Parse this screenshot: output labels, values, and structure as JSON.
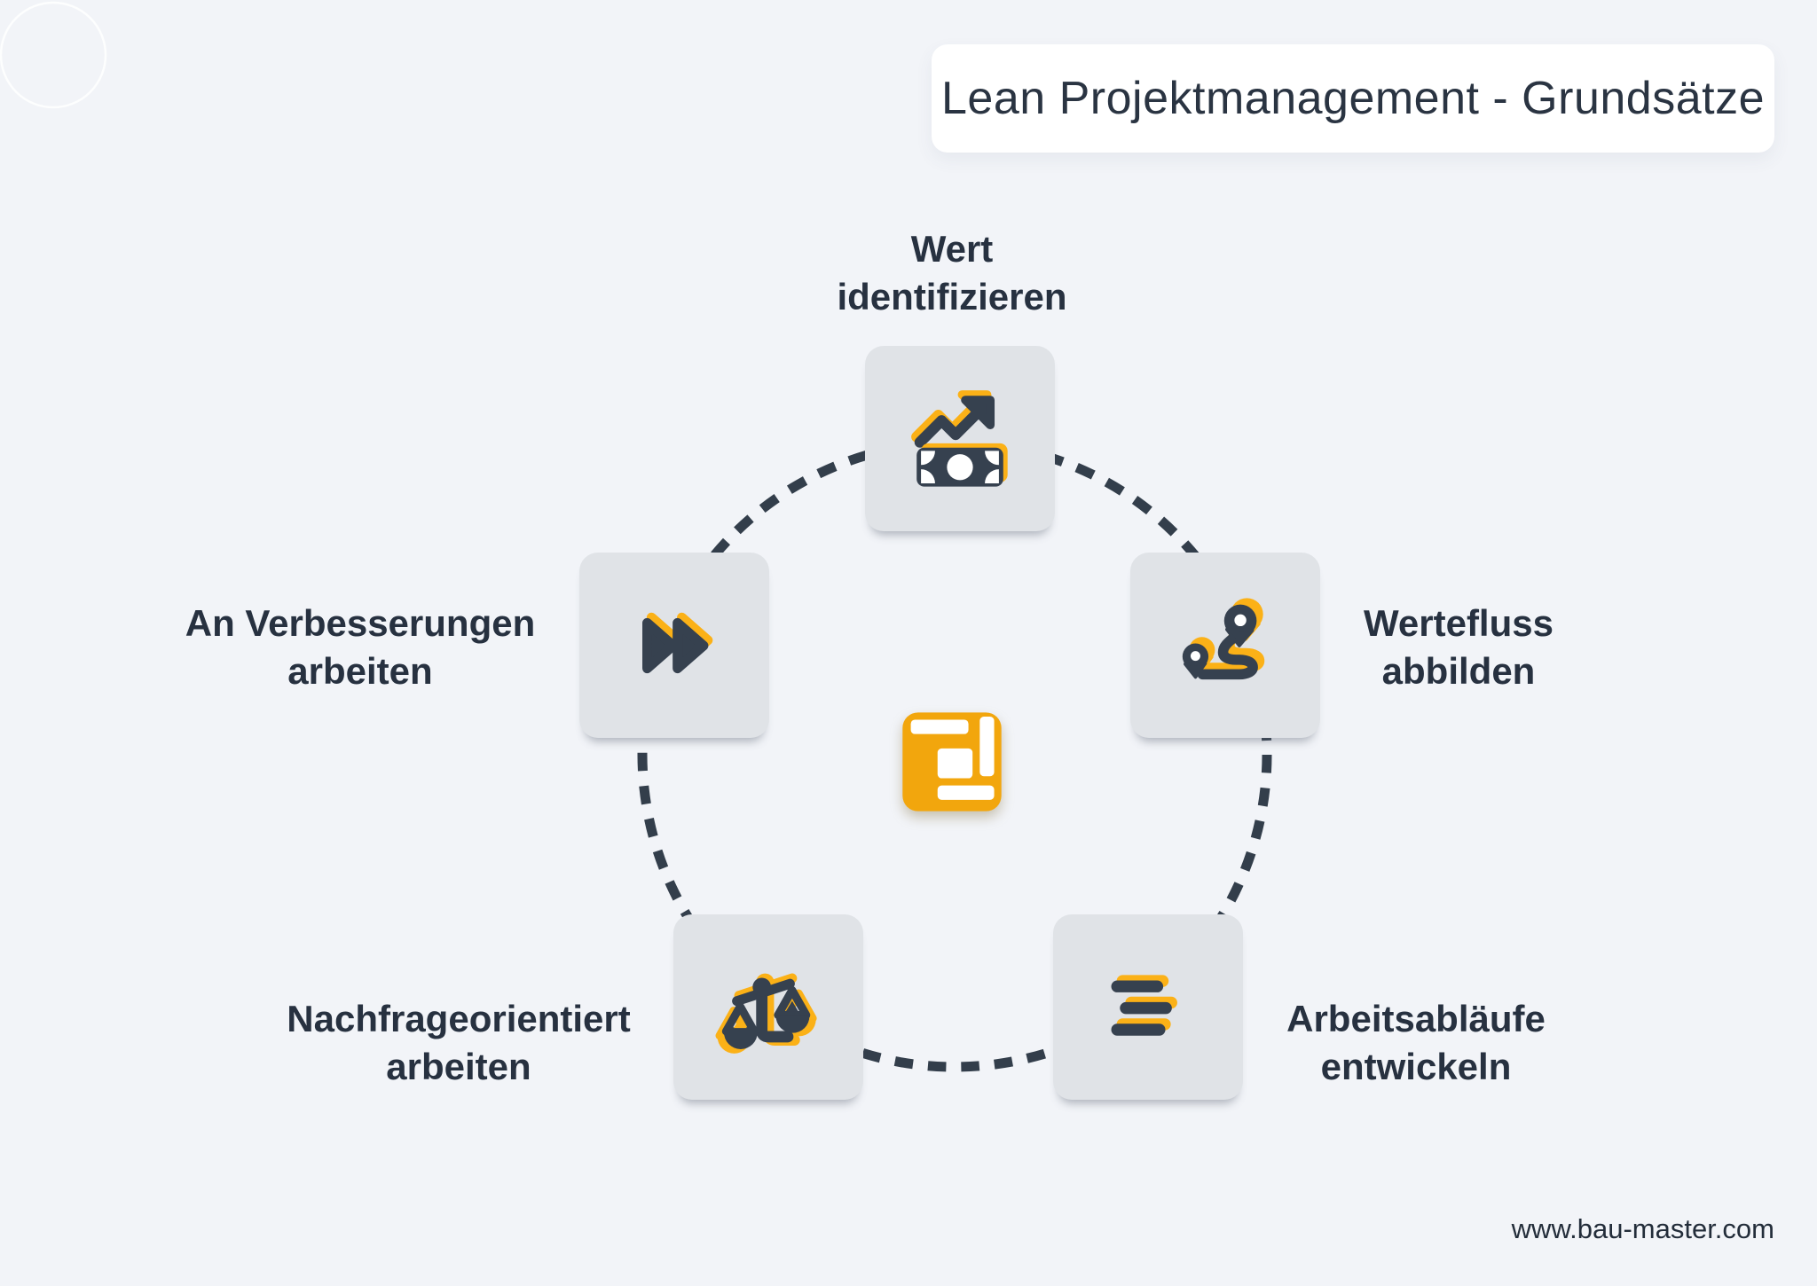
{
  "title": "Lean Projektmanagement - Grundsätze",
  "footer": {
    "url": "www.bau-master.com"
  },
  "brand": {
    "center_logo": "bau-master-logo"
  },
  "colors": {
    "background": "#f2f4f8",
    "card": "#e0e3e7",
    "icon_dark": "#36414f",
    "accent_yellow": "#fbb117",
    "logo_yellow": "#f2a60d",
    "text": "#273140",
    "title_text": "#2a3442",
    "dash_circle": "#333e4b"
  },
  "principles": [
    {
      "id": "wert-identifizieren",
      "line1": "Wert",
      "line2": "identifizieren",
      "icon": "money-growth-icon",
      "position": "top"
    },
    {
      "id": "wertefluss-abbilden",
      "line1": "Wertefluss",
      "line2": "abbilden",
      "icon": "route-map-icon",
      "position": "right-upper"
    },
    {
      "id": "arbeitsablaeufe-entwickeln",
      "line1": "Arbeitsabläufe",
      "line2": "entwickeln",
      "icon": "workflow-lines-icon",
      "position": "right-lower"
    },
    {
      "id": "nachfrageorientiert-arbeiten",
      "line1": "Nachfrageorientiert",
      "line2": "arbeiten",
      "icon": "balance-scale-icon",
      "position": "left-lower"
    },
    {
      "id": "an-verbesserungen-arbeiten",
      "line1": "An Verbesserungen",
      "line2": "arbeiten",
      "icon": "fast-forward-icon",
      "position": "left-upper"
    }
  ]
}
